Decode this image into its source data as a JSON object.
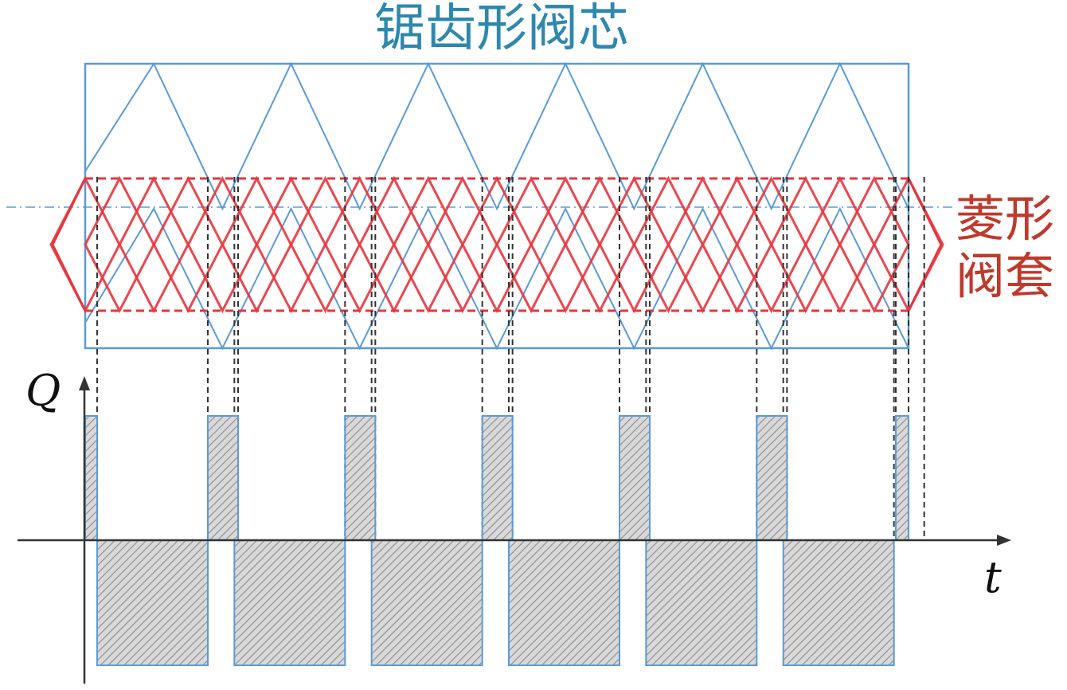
{
  "labels": {
    "spool": "锯齿形阀芯",
    "sleeve_line1": "菱形",
    "sleeve_line2": "阀套",
    "y_axis": "Q",
    "x_axis": "t"
  },
  "colors": {
    "spool": "#5b9bd5",
    "sleeve": "#e8343c",
    "label_spool": "#2e88ad",
    "label_sleeve": "#c0392b",
    "axis": "#333333",
    "hatch": "#8c8c8c",
    "fill": "#d9d9d9",
    "guide": "#333333"
  },
  "diagram": {
    "periods": 6,
    "positive_pulses": 7,
    "negative_pulses": 6
  }
}
